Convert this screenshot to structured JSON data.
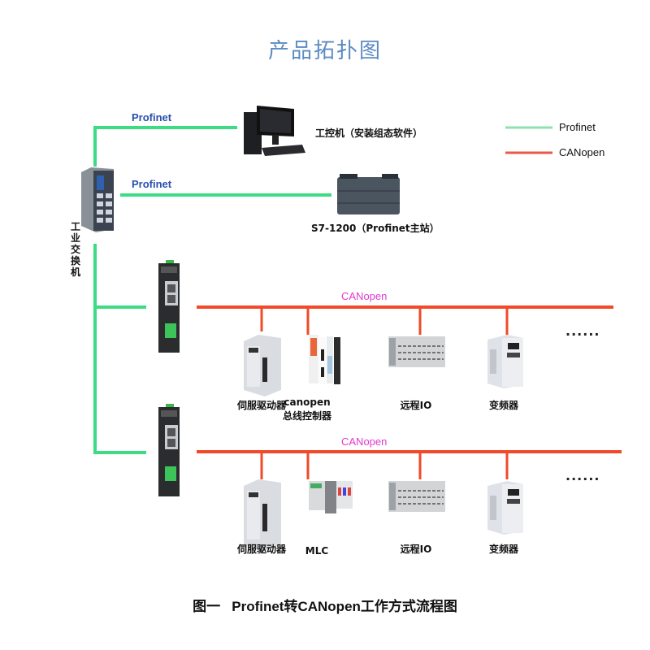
{
  "title": "产品拓扑图",
  "colors": {
    "title": "#5b8bc2",
    "profinet_line": "#3ddc84",
    "canopen_line": "#f04a2a",
    "profinet_label": "#2a4fb0",
    "canopen_label": "#e03ad0"
  },
  "legend": {
    "items": [
      {
        "label": "Profinet",
        "color": "#3ddc84"
      },
      {
        "label": "CANopen",
        "color": "#f04a2a"
      }
    ]
  },
  "switch": {
    "label": "工业交换机",
    "icon": "industrial-switch-icon"
  },
  "profinet_links": [
    {
      "label": "Profinet",
      "device": "工控机（安装组态软件）",
      "icon": "desktop-computer-icon"
    },
    {
      "label": "Profinet",
      "device": "S7-1200（Profinet主站）",
      "icon": "plc-icon"
    }
  ],
  "gateways": [
    {
      "icon": "gateway-icon",
      "bus_label": "CANopen",
      "devices": [
        {
          "label": "伺服驱动器",
          "icon": "servo-drive-icon"
        },
        {
          "label": "canopen\n总线控制器",
          "label_line1": "canopen",
          "label_line2": "总线控制器",
          "icon": "bus-controller-icon"
        },
        {
          "label": "远程IO",
          "icon": "remote-io-icon"
        },
        {
          "label": "变频器",
          "icon": "inverter-icon"
        }
      ],
      "more": "......"
    },
    {
      "icon": "gateway-icon",
      "bus_label": "CANopen",
      "devices": [
        {
          "label": "伺服驱动器",
          "icon": "servo-drive-icon"
        },
        {
          "label": "MLC",
          "icon": "mlc-icon"
        },
        {
          "label": "远程IO",
          "icon": "remote-io-icon"
        },
        {
          "label": "变频器",
          "icon": "inverter-icon"
        }
      ],
      "more": "......"
    }
  ],
  "caption": "图一   Profinet转CANopen工作方式流程图"
}
